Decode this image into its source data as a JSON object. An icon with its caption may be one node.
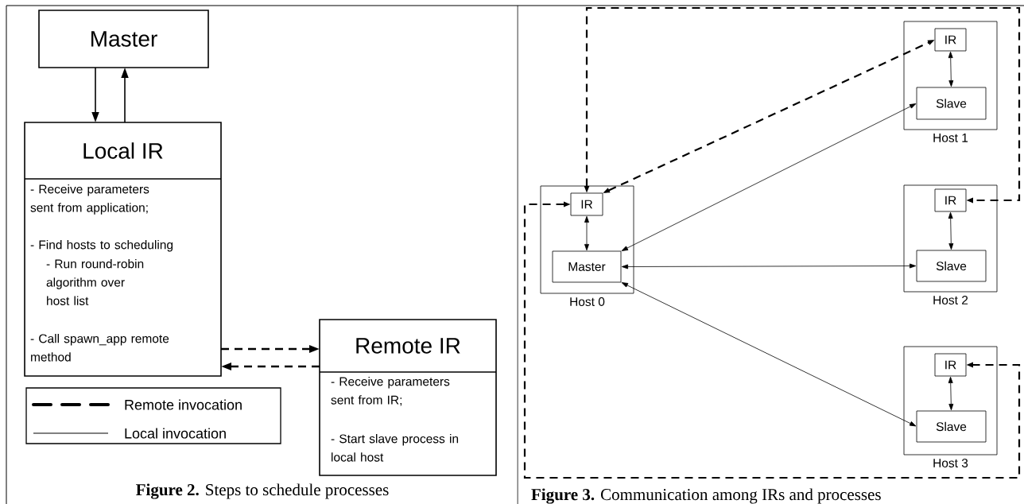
{
  "diagram": {
    "nodes": [
      {
        "text": [
          "Master"
        ]
      },
      {
        "text": [
          "Local IR",
          "- Receive parameters sent from application;",
          "- Find hosts to scheduling",
          "- Run round-robin algorithm over host list",
          "- Call spawn_app remote method"
        ]
      },
      {
        "text": [
          "Remote IR",
          "- Receive parameters sent from IR;",
          "- Start slave process in local host"
        ]
      },
      {
        "text": [
          "Host 0"
        ]
      },
      {
        "text": [
          "IR"
        ],
        "in": 3
      },
      {
        "text": [
          "Master"
        ],
        "in": 3
      },
      {
        "text": [
          "Host 1"
        ]
      },
      {
        "text": [
          "IR"
        ],
        "in": 6
      },
      {
        "text": [
          "Slave"
        ],
        "in": 6
      },
      {
        "text": [
          "Host 2"
        ]
      },
      {
        "text": [
          "IR"
        ],
        "in": 9
      },
      {
        "text": [
          "Slave"
        ],
        "in": 9
      },
      {
        "text": [
          "Host 3"
        ]
      },
      {
        "text": [
          "IR"
        ],
        "in": 12
      },
      {
        "text": [
          "Slave"
        ],
        "in": 12
      }
    ],
    "edges": [
      {
        "from": 0,
        "to": 1,
        "arrow": "to"
      },
      {
        "from": 1,
        "to": 0,
        "arrow": "to"
      },
      {
        "from": 1,
        "to": 2,
        "arrow": "to",
        "style": "dashed"
      },
      {
        "from": 2,
        "to": 1,
        "arrow": "to",
        "style": "dashed"
      },
      {
        "from": 4,
        "to": 5,
        "arrow": "both"
      },
      {
        "from": 7,
        "to": 8,
        "arrow": "both"
      },
      {
        "from": 10,
        "to": 11,
        "arrow": "both"
      },
      {
        "from": 13,
        "to": 14,
        "arrow": "both"
      },
      {
        "from": 5,
        "to": 8,
        "arrow": "both"
      },
      {
        "from": 5,
        "to": 11,
        "arrow": "both"
      },
      {
        "from": 5,
        "to": 14,
        "arrow": "both"
      },
      {
        "from": 4,
        "to": 7,
        "arrow": "both",
        "style": "dashed"
      },
      {
        "from": 4,
        "to": 10,
        "arrow": "both",
        "style": "dashed"
      },
      {
        "from": 4,
        "to": 13,
        "arrow": "both",
        "style": "dashed"
      }
    ],
    "labels": [
      "**Figure 2.** Steps to schedule processes",
      "**Figure 3.** Communication among IRs and processes"
    ],
    "legend": [
      {
        "text": "Remote invocation"
      },
      {
        "text": "Local  invocation"
      }
    ]
  }
}
